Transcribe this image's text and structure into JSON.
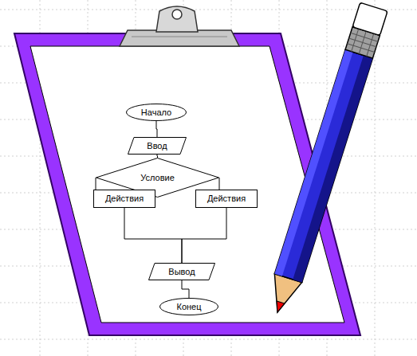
{
  "diagram": {
    "nodes": [
      {
        "text": [
          "Начало"
        ]
      },
      {
        "text": [
          "Ввод"
        ]
      },
      {
        "text": [
          "Условие"
        ]
      },
      {
        "text": [
          "Действия"
        ]
      },
      {
        "text": [
          "Действия"
        ]
      },
      {
        "text": [
          "Вывод"
        ]
      },
      {
        "text": [
          "Конец"
        ]
      }
    ],
    "edges": [
      {
        "from": 0,
        "to": 1,
        "arrow": "none"
      },
      {
        "from": 1,
        "to": 2,
        "arrow": "none"
      },
      {
        "from": 2,
        "to": 3,
        "arrow": "none"
      },
      {
        "from": 2,
        "to": 4,
        "arrow": "none"
      },
      {
        "from": 3,
        "to": 5,
        "arrow": "none"
      },
      {
        "from": 4,
        "to": 5,
        "arrow": "none"
      },
      {
        "from": 5,
        "to": 6,
        "arrow": "none"
      }
    ]
  }
}
